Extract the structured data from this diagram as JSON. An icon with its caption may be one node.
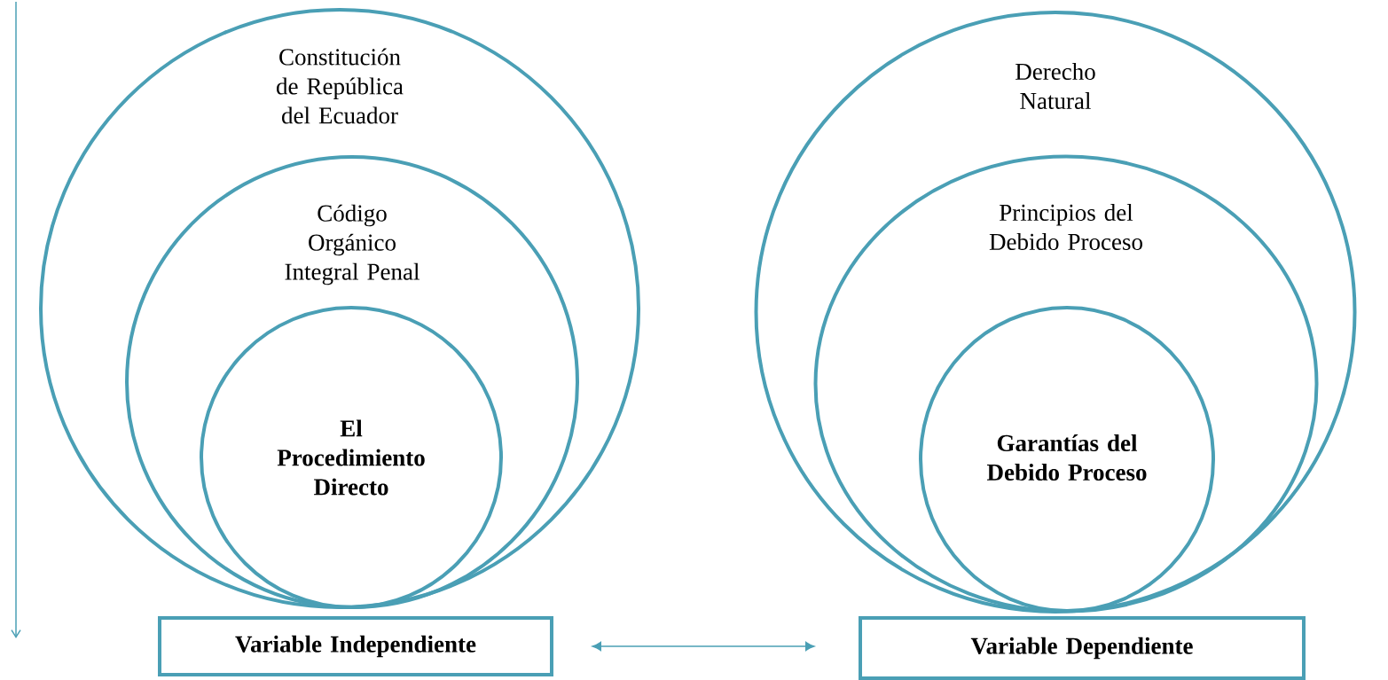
{
  "diagram": {
    "nodes": [
      {
        "text": [
          "Constitución de República del Ecuador"
        ]
      },
      {
        "text": [
          "Código Orgánico Integral Penal"
        ],
        "in": 0
      },
      {
        "text": [
          "El Procedimiento Directo"
        ],
        "in": 1
      },
      {
        "text": [
          "Variable Independiente"
        ]
      },
      {
        "text": [
          "Derecho Natural"
        ]
      },
      {
        "text": [
          "Principios del Debido Proceso"
        ],
        "in": 4
      },
      {
        "text": [
          "Garantías del Debido Proceso"
        ],
        "in": 5
      },
      {
        "text": [
          "Variable Dependiente"
        ]
      }
    ],
    "edges": [
      {
        "from": 3,
        "to": 7,
        "arrow": "both"
      }
    ]
  }
}
